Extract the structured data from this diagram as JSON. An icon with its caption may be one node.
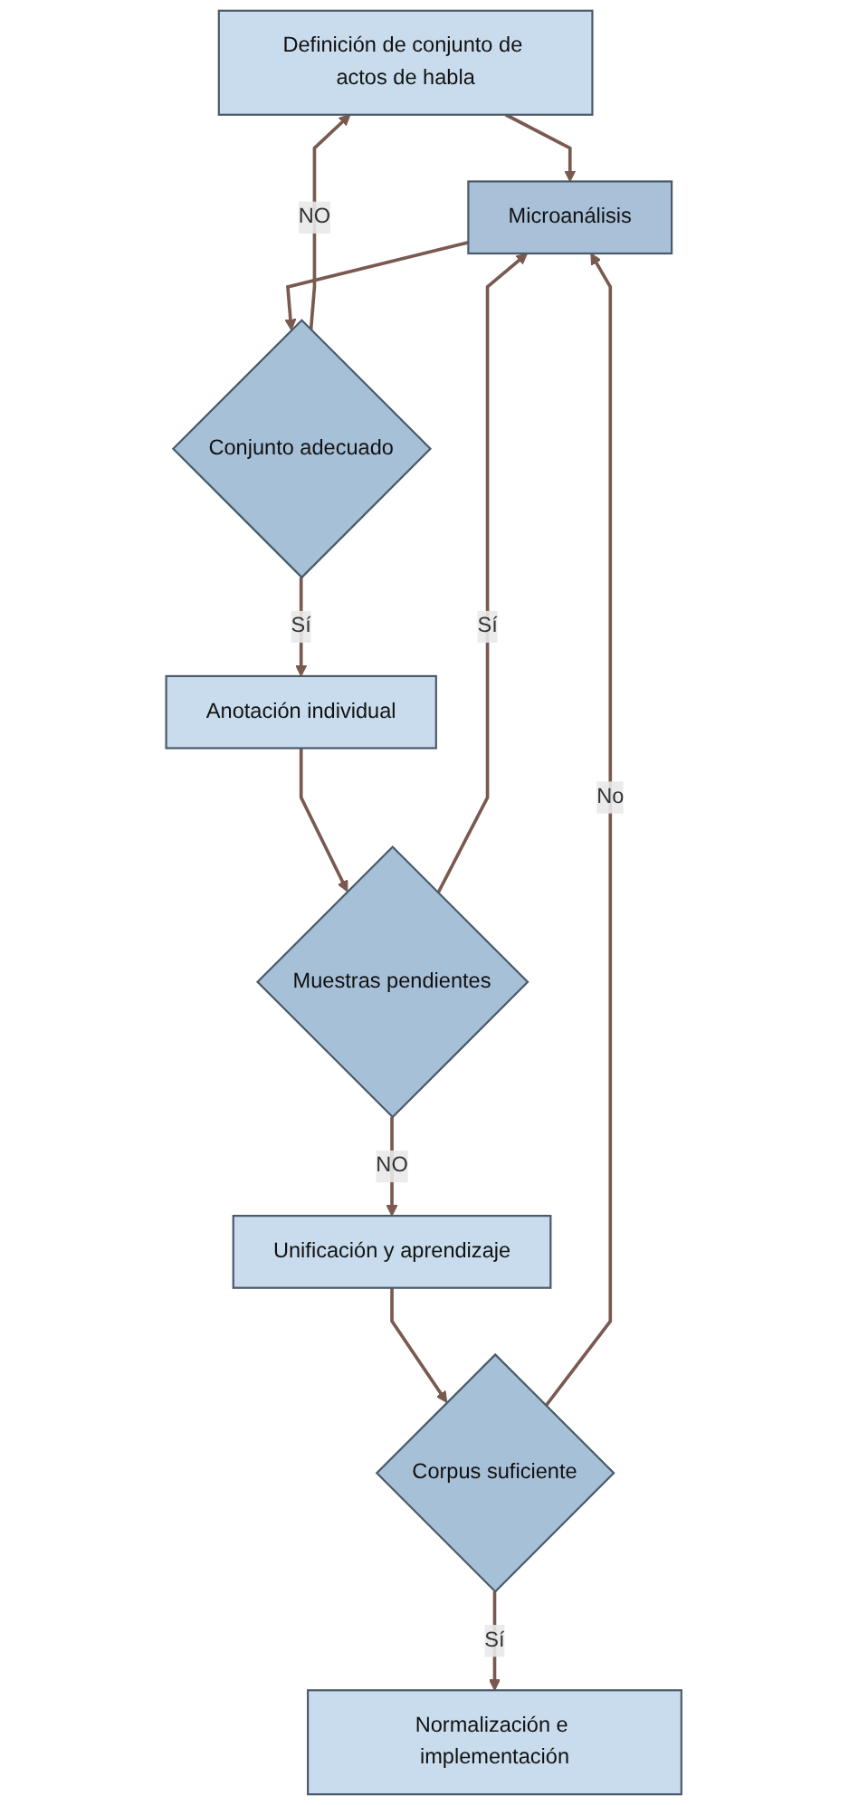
{
  "diagram": {
    "nodes": [
      {
        "text": [
          "Definición de conjunto de actos de habla"
        ]
      },
      {
        "text": [
          "Microanálisis"
        ]
      },
      {
        "text": [
          "Conjunto adecuado"
        ]
      },
      {
        "text": [
          "Anotación individual"
        ]
      },
      {
        "text": [
          "Muestras pendientes"
        ]
      },
      {
        "text": [
          "Unificación y aprendizaje"
        ]
      },
      {
        "text": [
          "Corpus suficiente"
        ]
      },
      {
        "text": [
          "Normalización e implementación"
        ]
      }
    ],
    "edges": [
      {
        "from": 0,
        "to": 1,
        "arrow": "to"
      },
      {
        "from": 1,
        "to": 2,
        "arrow": "to"
      },
      {
        "from": 2,
        "to": 0,
        "arrow": "to",
        "label": "NO"
      },
      {
        "from": 2,
        "to": 3,
        "arrow": "to",
        "label": "Sí"
      },
      {
        "from": 3,
        "to": 4,
        "arrow": "to"
      },
      {
        "from": 4,
        "to": 1,
        "arrow": "to",
        "label": "Sí"
      },
      {
        "from": 4,
        "to": 5,
        "arrow": "to",
        "label": "NO"
      },
      {
        "from": 5,
        "to": 6,
        "arrow": "to"
      },
      {
        "from": 6,
        "to": 1,
        "arrow": "to",
        "label": "No"
      },
      {
        "from": 6,
        "to": 7,
        "arrow": "to",
        "label": "Sí"
      }
    ]
  }
}
